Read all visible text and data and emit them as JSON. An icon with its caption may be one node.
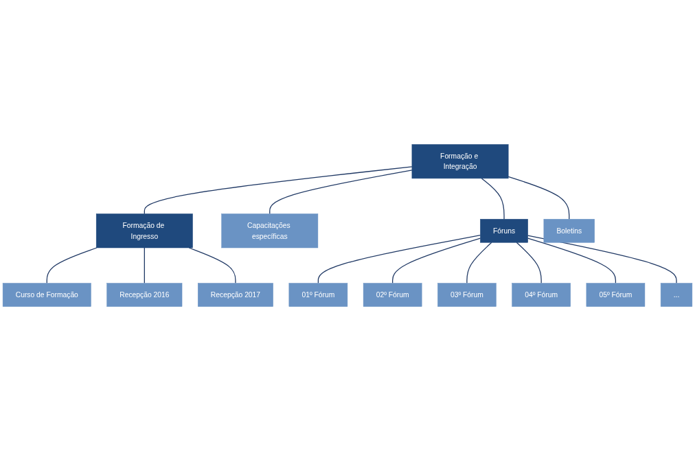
{
  "diagram": {
    "nodes": [
      {
        "text": [
          "Formação e Integração"
        ]
      },
      {
        "text": [
          "Formação de Ingresso"
        ]
      },
      {
        "text": [
          "Capacitações específicas"
        ]
      },
      {
        "text": [
          "Fóruns"
        ]
      },
      {
        "text": [
          "Boletins"
        ]
      },
      {
        "text": [
          "Curso de Formação"
        ]
      },
      {
        "text": [
          "Recepção 2016"
        ]
      },
      {
        "text": [
          "Recepção 2017"
        ]
      },
      {
        "text": [
          "01º Fórum"
        ]
      },
      {
        "text": [
          "02º Fórum"
        ]
      },
      {
        "text": [
          "03º Fórum"
        ]
      },
      {
        "text": [
          "04º Fórum"
        ]
      },
      {
        "text": [
          "05º Fórum"
        ]
      },
      {
        "text": [
          "..."
        ]
      }
    ],
    "edges": [
      {
        "from": 0,
        "to": 1,
        "arrow": "none"
      },
      {
        "from": 0,
        "to": 2,
        "arrow": "none"
      },
      {
        "from": 0,
        "to": 3,
        "arrow": "none"
      },
      {
        "from": 0,
        "to": 4,
        "arrow": "none"
      },
      {
        "from": 1,
        "to": 5,
        "arrow": "none"
      },
      {
        "from": 1,
        "to": 6,
        "arrow": "none"
      },
      {
        "from": 1,
        "to": 7,
        "arrow": "none"
      },
      {
        "from": 3,
        "to": 8,
        "arrow": "none"
      },
      {
        "from": 3,
        "to": 9,
        "arrow": "none"
      },
      {
        "from": 3,
        "to": 10,
        "arrow": "none"
      },
      {
        "from": 3,
        "to": 11,
        "arrow": "none"
      },
      {
        "from": 3,
        "to": 12,
        "arrow": "none"
      },
      {
        "from": 3,
        "to": 13,
        "arrow": "none"
      }
    ]
  }
}
